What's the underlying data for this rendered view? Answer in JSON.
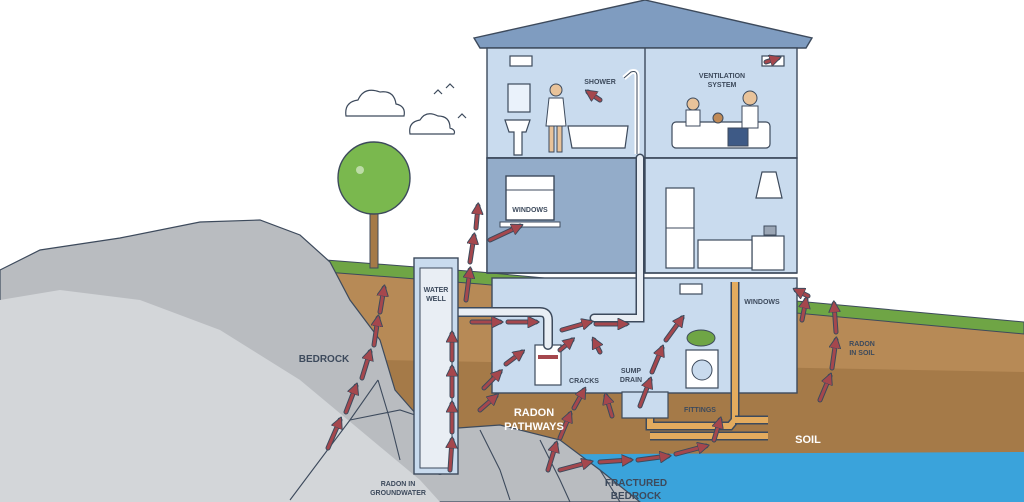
{
  "labels": {
    "shower": "SHOWER",
    "ventilation_line1": "VENTILATION",
    "ventilation_line2": "SYSTEM",
    "windows_upper": "WINDOWS",
    "windows_lower": "WINDOWS",
    "water_well_line1": "WATER",
    "water_well_line2": "WELL",
    "bedrock": "BEDROCK",
    "cracks": "CRACKS",
    "sump_drain_line1": "SUMP",
    "sump_drain_line2": "DRAIN",
    "radon_pathways_line1": "RADON",
    "radon_pathways_line2": "PATHWAYS",
    "fittings": "FITTINGS",
    "radon_in_soil_line1": "RADON",
    "radon_in_soil_line2": "IN SOIL",
    "soil": "SOIL",
    "radon_groundwater_line1": "RADON IN",
    "radon_groundwater_line2": "GROUNDWATER",
    "fractured_bedrock_line1": "FRACTURED",
    "fractured_bedrock_line2": "BEDROCK"
  },
  "icons": [
    "cloud-icon",
    "bird-icon",
    "tree-icon",
    "shower-head-icon",
    "vent-icon",
    "family-icon",
    "bathtub-icon",
    "sink-icon",
    "fridge-icon",
    "stove-icon",
    "range-hood-icon",
    "boiler-icon",
    "washing-machine-icon",
    "radon-arrow-icon"
  ],
  "colors": {
    "sky": "#ffffff",
    "grass": "#6fa545",
    "soil": "#b78a56",
    "soil_dark": "#a57a48",
    "rock": "#b9bcc0",
    "water": "#3aa3db",
    "house_wall": "#c9dbee",
    "house_roof": "#7f9cc0",
    "outline": "#3d4a5c",
    "radon_arrow": "#a5474d",
    "pipe_orange": "#e3ab5e",
    "pipe_white": "#e9eef4"
  }
}
